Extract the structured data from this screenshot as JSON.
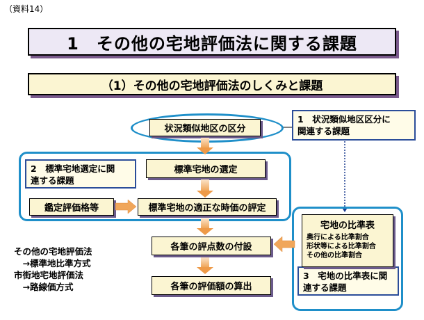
{
  "doc_label": "（資料14）",
  "title": "1　その他の宅地評価法に関する課題",
  "subtitle": "（1）その他の宅地評価法のしくみと課題",
  "boxes": {
    "similar_area": "状況類似地区の区分",
    "standard_select": "標準宅地の選定",
    "appraisal": "鑑定評価格等",
    "fair_price": "標準宅地の適正な時価の評定",
    "points": "各筆の評点数の付設",
    "assessed_value": "各筆の評価額の算出"
  },
  "issues": {
    "issue1": [
      "1　状況類似地区区分に",
      "関連する課題"
    ],
    "issue2": [
      "2　標準宅地選定に関",
      "連する課題"
    ],
    "issue3": [
      "3　宅地の比準表に関",
      "連する課題"
    ]
  },
  "ratio_table": {
    "title": "宅地の比準表",
    "items": [
      "奥行による比準割合",
      "形状等による比準割合",
      "その他の比準割合"
    ]
  },
  "other_methods": [
    "その他の宅地評価法",
    "　→標準地比準方式",
    "市街地宅地評価法",
    "　→路線価方式"
  ]
}
